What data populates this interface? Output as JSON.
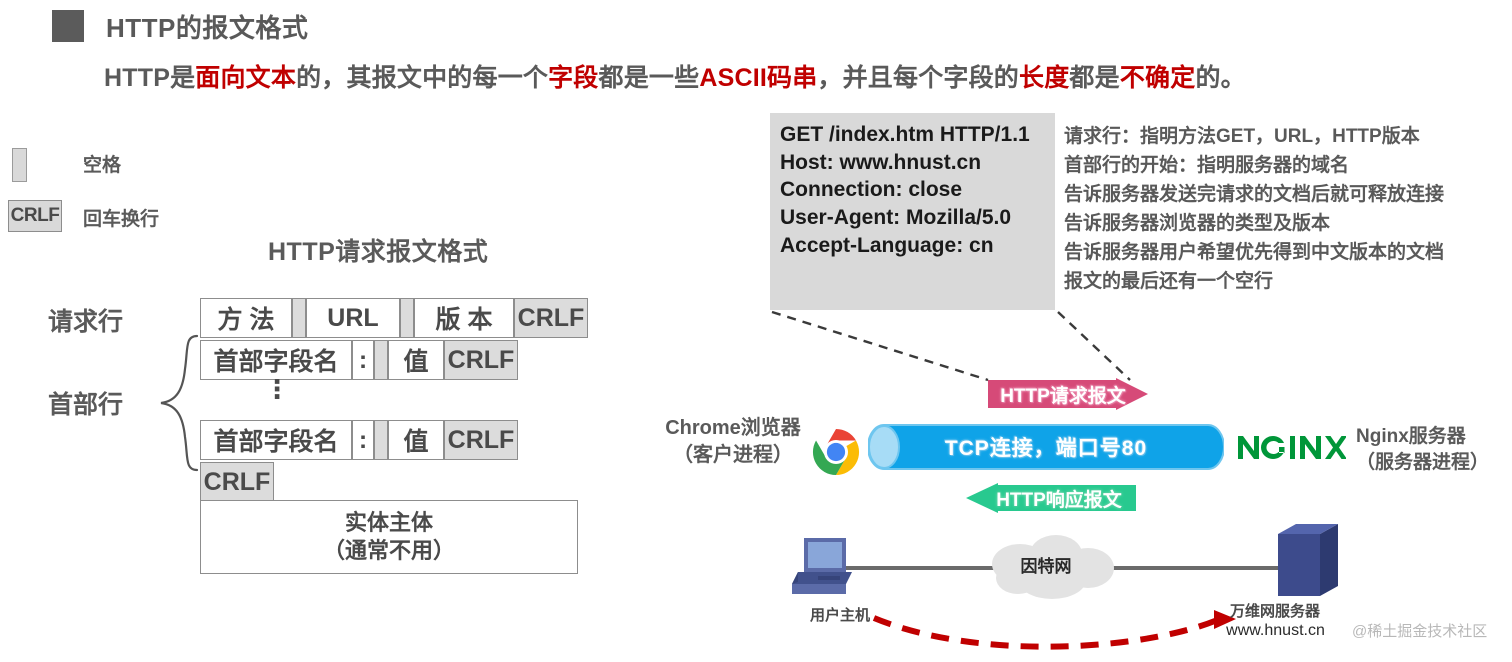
{
  "header": {
    "title": "HTTP的报文格式",
    "subtitle_parts": [
      {
        "t": "HTTP是",
        "hl": false
      },
      {
        "t": "面向文本",
        "hl": true
      },
      {
        "t": "的，其报文中的每一个",
        "hl": false
      },
      {
        "t": "字段",
        "hl": true
      },
      {
        "t": "都是一些",
        "hl": false
      },
      {
        "t": "ASCII码串",
        "hl": true
      },
      {
        "t": "，并且每个字段的",
        "hl": false
      },
      {
        "t": "长度",
        "hl": true
      },
      {
        "t": "都是",
        "hl": false
      },
      {
        "t": "不确定",
        "hl": true
      },
      {
        "t": "的。",
        "hl": false
      }
    ],
    "accent_color": "#c00000",
    "bullet_color": "#5b5b5b"
  },
  "legend": {
    "space_label": "空格",
    "crlf_box": "CRLF",
    "crlf_label": "回车换行"
  },
  "request_format": {
    "title": "HTTP请求报文格式",
    "label_request_line": "请求行",
    "label_header_lines": "首部行",
    "request_line_cells": [
      {
        "text": "方 法",
        "width": 92,
        "gray": false
      },
      {
        "text": "",
        "width": 14,
        "gray": true
      },
      {
        "text": "URL",
        "width": 94,
        "gray": false
      },
      {
        "text": "",
        "width": 14,
        "gray": true
      },
      {
        "text": "版 本",
        "width": 100,
        "gray": false
      },
      {
        "text": "CRLF",
        "width": 74,
        "gray": true
      }
    ],
    "header_line_cells": [
      {
        "text": "首部字段名",
        "width": 152,
        "gray": false
      },
      {
        "text": ":",
        "width": 22,
        "gray": false
      },
      {
        "text": "",
        "width": 14,
        "gray": true
      },
      {
        "text": "值",
        "width": 56,
        "gray": false
      },
      {
        "text": "CRLF",
        "width": 74,
        "gray": true
      }
    ],
    "vertical_dots": "⋮",
    "blank_crlf": "CRLF",
    "entity_body_line1": "实体主体",
    "entity_body_line2": "（通常不用）"
  },
  "http_message": {
    "lines": [
      "GET /index.htm HTTP/1.1",
      "Host: www.hnust.cn",
      "Connection: close",
      "User-Agent:  Mozilla/5.0",
      "Accept-Language: cn"
    ],
    "box_color": "#d9d9d9"
  },
  "annotations": {
    "lines": [
      "请求行：指明方法GET，URL，HTTP版本",
      "首部行的开始：指明服务器的域名",
      "告诉服务器发送完请求的文档后就可释放连接",
      "告诉服务器浏览器的类型及版本",
      "告诉服务器用户希望优先得到中文版本的文档",
      "报文的最后还有一个空行"
    ]
  },
  "flow": {
    "chrome_label_line1": "Chrome浏览器",
    "chrome_label_line2": "（客户进程）",
    "chrome_icon": "chrome-logo-icon",
    "tcp_pipe_label": "TCP连接，端口号80",
    "tcp_pipe_color": "#0fa3e8",
    "request_banner": "HTTP请求报文",
    "request_banner_color": "#d64a78",
    "response_banner": "HTTP响应报文",
    "response_banner_color": "#28c98f",
    "nginx_logo_text": "NGINX",
    "nginx_logo_color": "#009639",
    "nginx_label_line1": "Nginx服务器",
    "nginx_label_line2": "（服务器进程）"
  },
  "network": {
    "host_label": "用户主机",
    "internet_label": "因特网",
    "server_label": "万维网服务器",
    "server_url": "www.hnust.cn",
    "dashed_arrow_color": "#c00000"
  },
  "watermark": "@稀土掘金技术社区"
}
